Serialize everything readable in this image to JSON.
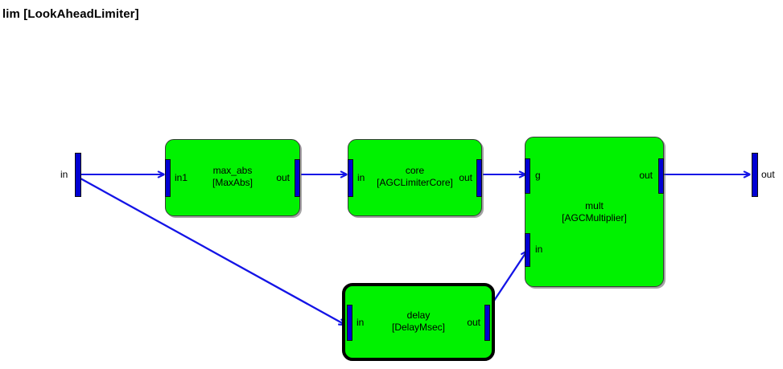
{
  "diagram": {
    "title": "lim [LookAheadLimiter]",
    "colors": {
      "block_fill": "#00f200",
      "block_border": "#3a3a3a",
      "selected_border": "#000000",
      "port_fill": "#0000d2",
      "wire": "#1414e6",
      "background": "#ffffff",
      "text": "#000000"
    },
    "boundary_ports": [
      {
        "id": "subsystem-in",
        "label": "in",
        "kind": "input"
      },
      {
        "id": "subsystem-out",
        "label": "out",
        "kind": "output"
      }
    ],
    "blocks": [
      {
        "id": "max_abs",
        "name": "max_abs",
        "type": "[MaxAbs]",
        "selected": false,
        "ports": [
          {
            "id": "max_abs-in1",
            "label": "in1",
            "side": "left"
          },
          {
            "id": "max_abs-out",
            "label": "out",
            "side": "right"
          }
        ]
      },
      {
        "id": "core",
        "name": "core",
        "type": "[AGCLimiterCore]",
        "selected": false,
        "ports": [
          {
            "id": "core-in",
            "label": "in",
            "side": "left"
          },
          {
            "id": "core-out",
            "label": "out",
            "side": "right"
          }
        ]
      },
      {
        "id": "mult",
        "name": "mult",
        "type": "[AGCMultiplier]",
        "selected": false,
        "ports": [
          {
            "id": "mult-g",
            "label": "g",
            "side": "left"
          },
          {
            "id": "mult-in",
            "label": "in",
            "side": "left"
          },
          {
            "id": "mult-out",
            "label": "out",
            "side": "right"
          }
        ]
      },
      {
        "id": "delay",
        "name": "delay",
        "type": "[DelayMsec]",
        "selected": true,
        "ports": [
          {
            "id": "delay-in",
            "label": "in",
            "side": "left"
          },
          {
            "id": "delay-out",
            "label": "out",
            "side": "right"
          }
        ]
      }
    ],
    "connections": [
      {
        "id": "wire-in-to-maxabs",
        "from": "subsystem-in",
        "to": "max_abs-in1"
      },
      {
        "id": "wire-maxabs-to-core",
        "from": "max_abs-out",
        "to": "core-in"
      },
      {
        "id": "wire-core-to-multg",
        "from": "core-out",
        "to": "mult-g"
      },
      {
        "id": "wire-mult-to-out",
        "from": "mult-out",
        "to": "subsystem-out"
      },
      {
        "id": "wire-in-to-delay",
        "from": "subsystem-in",
        "to": "delay-in"
      },
      {
        "id": "wire-delay-to-multin",
        "from": "delay-out",
        "to": "mult-in"
      }
    ]
  }
}
